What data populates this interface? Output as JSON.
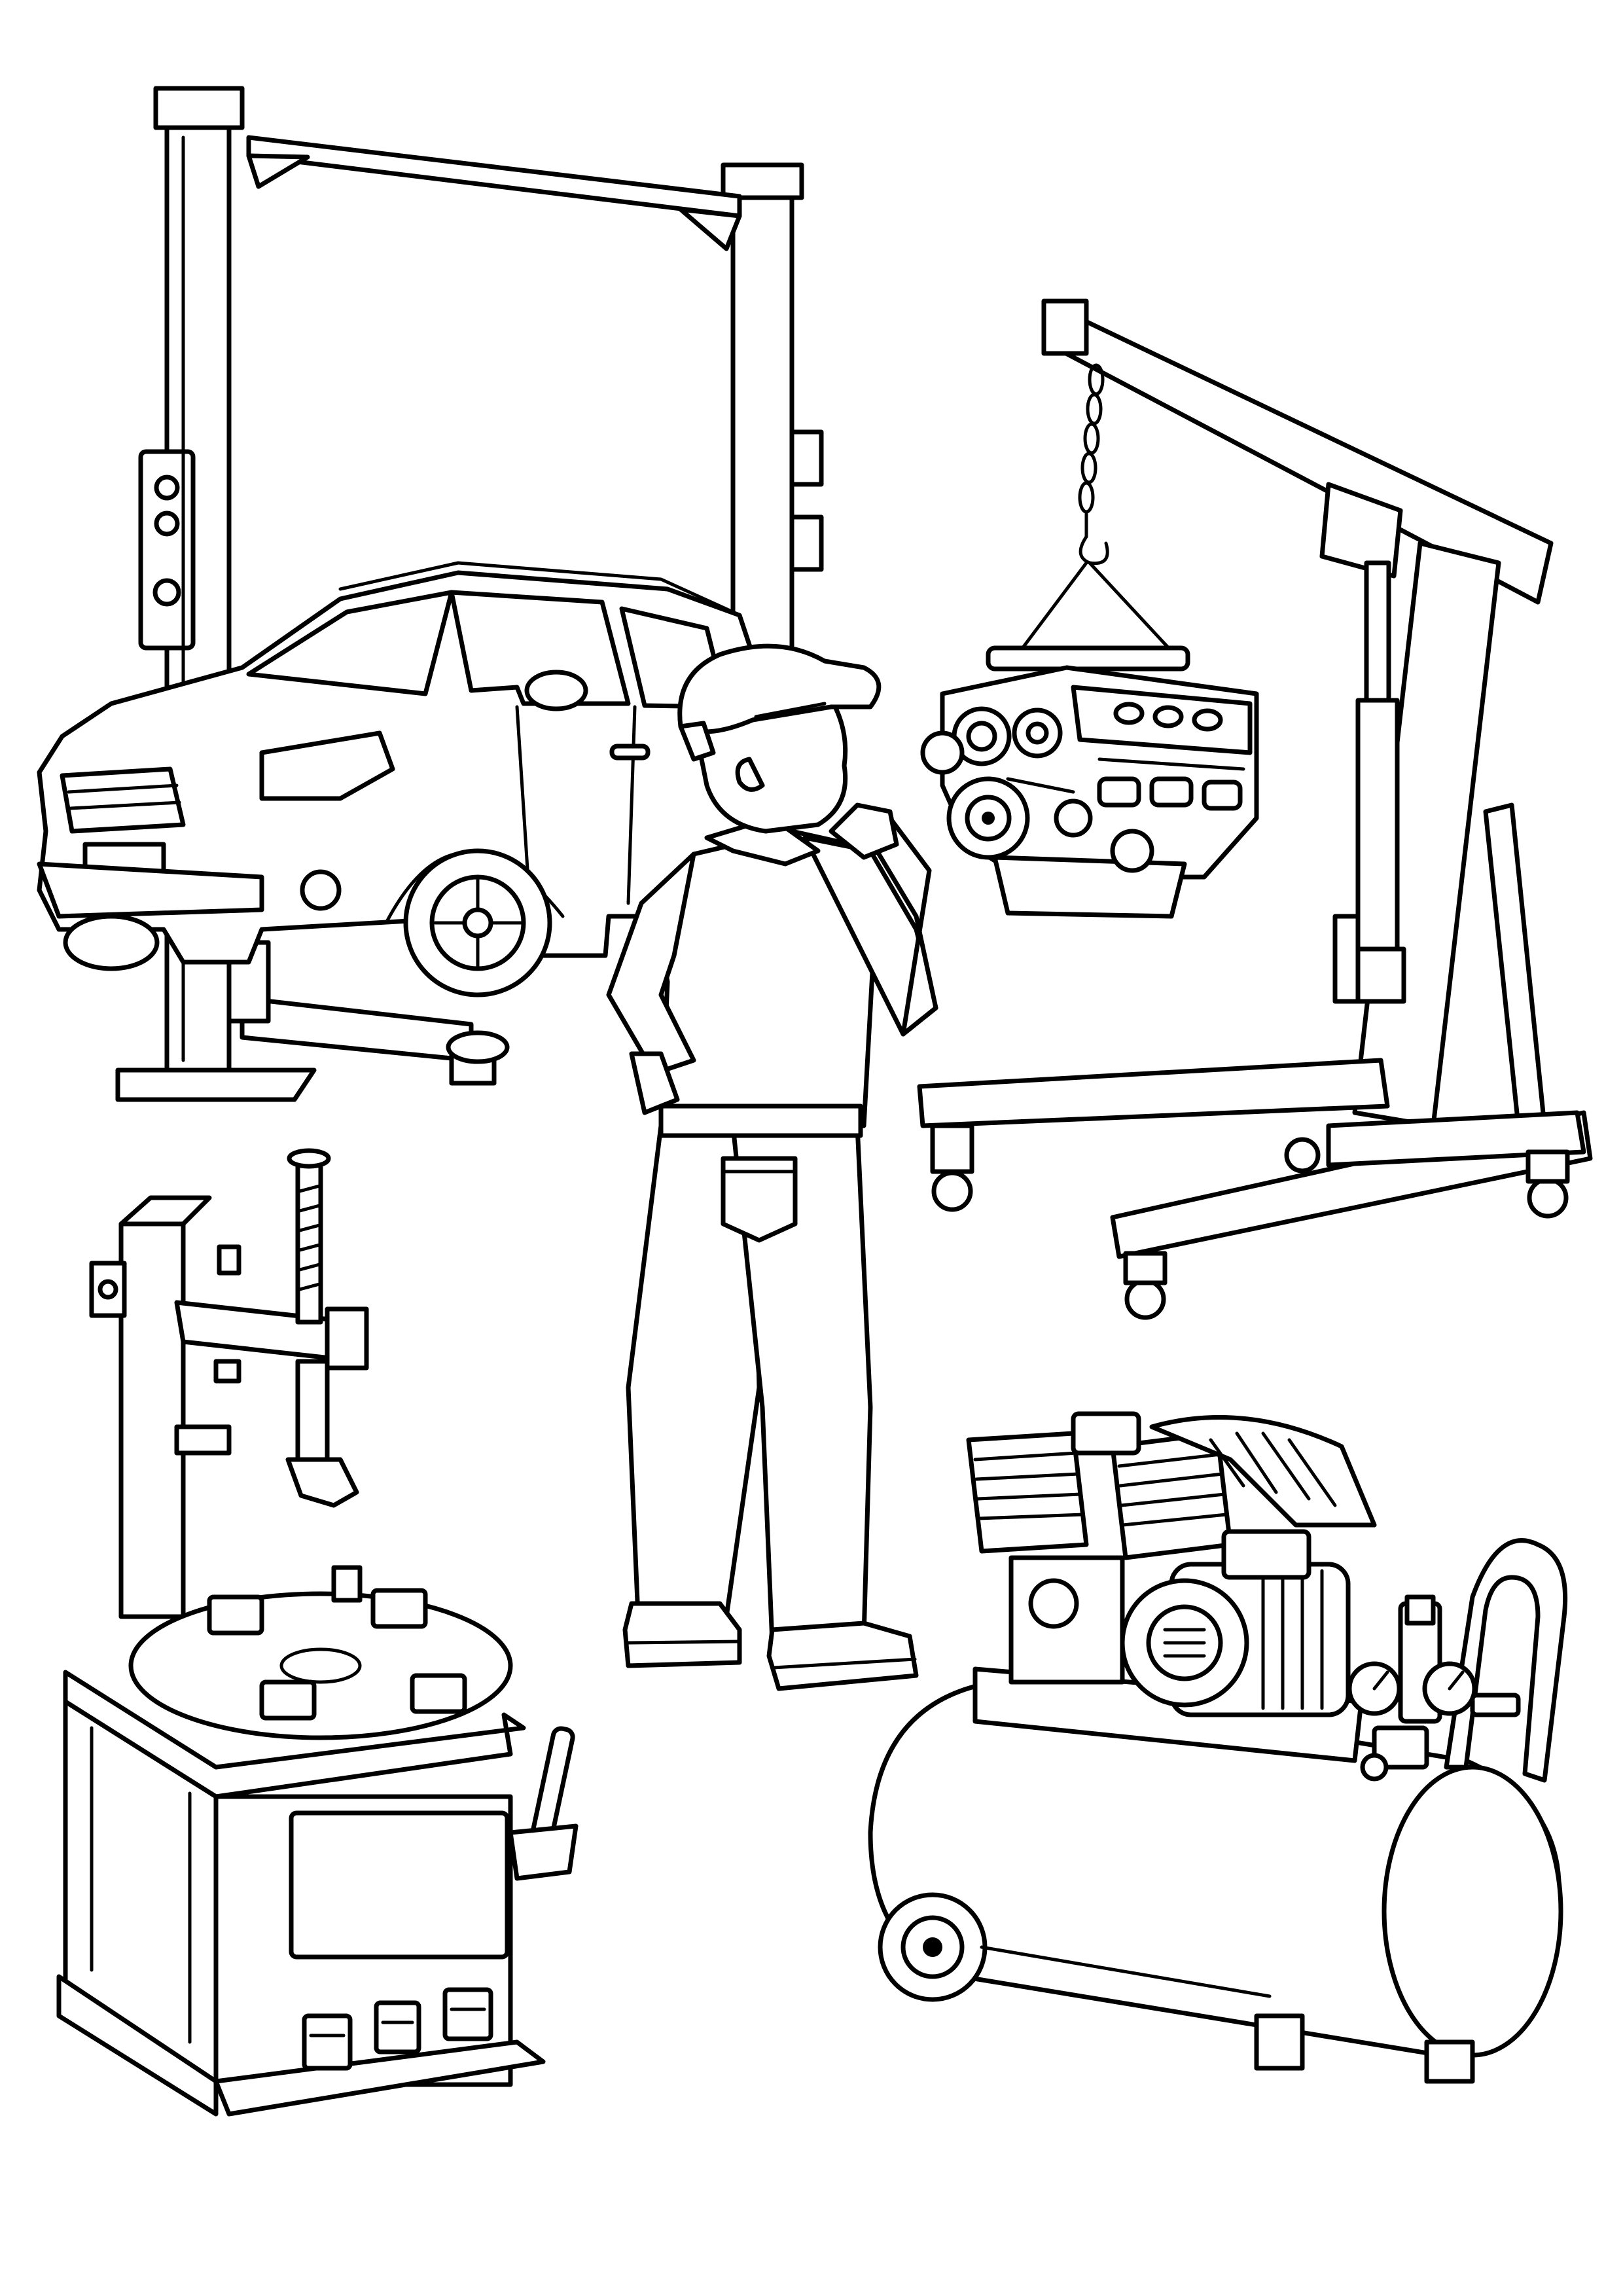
{
  "page": {
    "background": "#ffffff",
    "line_color": "#000000"
  },
  "scene": {
    "subjects": [
      "two-post-car-lift",
      "suv-on-lift",
      "engine-hoist-crane",
      "hanging-engine",
      "mechanic",
      "tire-changer",
      "air-compressor"
    ]
  }
}
